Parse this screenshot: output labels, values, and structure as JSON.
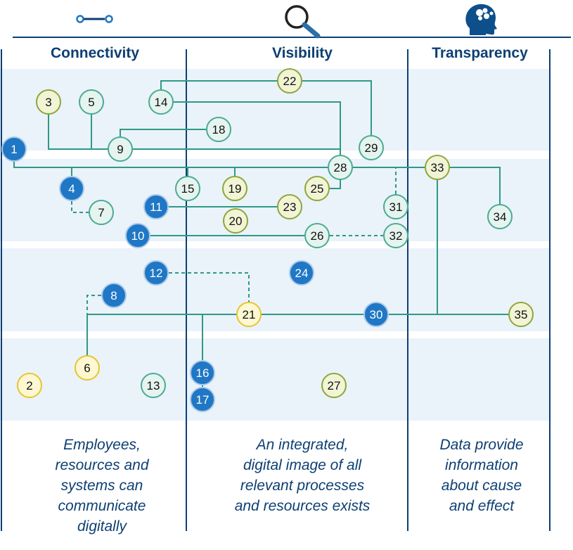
{
  "columns": [
    {
      "title": "Connectivity",
      "description": [
        "Employees,",
        "resources and",
        "systems can",
        "communicate",
        "digitally"
      ],
      "icon": "connection-icon"
    },
    {
      "title": "Visibility",
      "description": [
        "An integrated,",
        "digital image of all",
        "relevant processes",
        "and resources exists"
      ],
      "icon": "magnifier-icon"
    },
    {
      "title": "Transparency",
      "description": [
        "Data provide",
        "information",
        "about cause",
        "and effect"
      ],
      "icon": "brain-head-icon"
    }
  ],
  "colors": {
    "title_text": "#0d3f73",
    "band": "#eaf2fa",
    "line": "#2e9a86",
    "divider": "#0d3f73",
    "node_blue": "#1f77c5",
    "node_teal": "#e6f4ef",
    "node_olive": "#f2f4d6",
    "node_yellow": "#fdf7d2"
  },
  "nodes": [
    {
      "id": "1",
      "style": "blue"
    },
    {
      "id": "2",
      "style": "yellow"
    },
    {
      "id": "3",
      "style": "olive"
    },
    {
      "id": "4",
      "style": "blue"
    },
    {
      "id": "5",
      "style": "teal"
    },
    {
      "id": "6",
      "style": "yellow"
    },
    {
      "id": "7",
      "style": "teal"
    },
    {
      "id": "8",
      "style": "blue"
    },
    {
      "id": "9",
      "style": "teal"
    },
    {
      "id": "10",
      "style": "blue"
    },
    {
      "id": "11",
      "style": "blue"
    },
    {
      "id": "12",
      "style": "blue"
    },
    {
      "id": "13",
      "style": "teal"
    },
    {
      "id": "14",
      "style": "teal"
    },
    {
      "id": "15",
      "style": "teal"
    },
    {
      "id": "16",
      "style": "blue"
    },
    {
      "id": "17",
      "style": "blue"
    },
    {
      "id": "18",
      "style": "teal"
    },
    {
      "id": "19",
      "style": "olive"
    },
    {
      "id": "20",
      "style": "olive"
    },
    {
      "id": "21",
      "style": "yellow"
    },
    {
      "id": "22",
      "style": "olive"
    },
    {
      "id": "23",
      "style": "olive"
    },
    {
      "id": "24",
      "style": "blue"
    },
    {
      "id": "25",
      "style": "olive"
    },
    {
      "id": "26",
      "style": "teal"
    },
    {
      "id": "27",
      "style": "olive"
    },
    {
      "id": "28",
      "style": "teal"
    },
    {
      "id": "29",
      "style": "teal"
    },
    {
      "id": "30",
      "style": "blue"
    },
    {
      "id": "31",
      "style": "teal"
    },
    {
      "id": "32",
      "style": "teal"
    },
    {
      "id": "33",
      "style": "olive"
    },
    {
      "id": "34",
      "style": "teal"
    },
    {
      "id": "35",
      "style": "olive"
    }
  ],
  "edges": [
    {
      "path": [
        "1",
        "28"
      ],
      "dashed": false
    },
    {
      "path": [
        "4",
        "4"
      ],
      "dashed": false
    },
    {
      "path": [
        "4",
        "7"
      ],
      "dashed": true
    },
    {
      "path": [
        "3",
        "9"
      ],
      "dashed": false
    },
    {
      "path": [
        "5",
        "9"
      ],
      "dashed": false
    },
    {
      "path": [
        "9",
        "18"
      ],
      "dashed": false
    },
    {
      "path": [
        "9",
        "28"
      ],
      "dashed": false
    },
    {
      "path": [
        "14",
        "22"
      ],
      "dashed": false
    },
    {
      "path": [
        "22",
        "29"
      ],
      "dashed": false
    },
    {
      "path": [
        "14",
        "28"
      ],
      "dashed": false
    },
    {
      "path": [
        "28",
        "25"
      ],
      "dashed": false
    },
    {
      "path": [
        "28",
        "33"
      ],
      "dashed": false
    },
    {
      "path": [
        "33",
        "34"
      ],
      "dashed": false
    },
    {
      "path": [
        "33",
        "35"
      ],
      "dashed": false
    },
    {
      "path": [
        "31",
        "28"
      ],
      "dashed": true
    },
    {
      "path": [
        "11",
        "23"
      ],
      "dashed": false
    },
    {
      "path": [
        "10",
        "26"
      ],
      "dashed": false
    },
    {
      "path": [
        "26",
        "32"
      ],
      "dashed": true
    },
    {
      "path": [
        "12",
        "21"
      ],
      "dashed": true
    },
    {
      "path": [
        "8",
        "6"
      ],
      "dashed": true
    },
    {
      "path": [
        "6",
        "35"
      ],
      "dashed": false
    },
    {
      "path": [
        "16",
        "17"
      ],
      "dashed": false
    },
    {
      "path": [
        "15",
        "19"
      ],
      "dashed": false
    }
  ]
}
